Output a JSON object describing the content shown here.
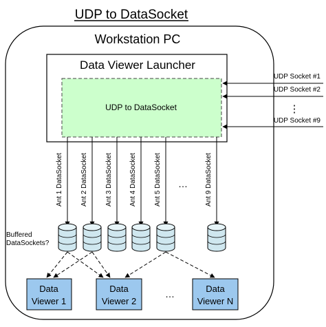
{
  "title": "UDP to DataSocket",
  "workstation_label": "Workstation PC",
  "launcher_label": "Data Viewer Launcher",
  "udp_box_label": "UDP to DataSocket",
  "sockets": [
    "UDP Socket #1",
    "UDP Socket #2",
    "UDP Socket #9"
  ],
  "socket_ellipsis": "⋮",
  "antennas": [
    "Ant 1 DataSocket",
    "Ant 2 DataSocket",
    "Ant 3 DataSocket",
    "Ant 4 DataSocket",
    "Ant 5 DataSocket",
    "Ant 9 DataSocket"
  ],
  "antenna_ellipsis": "…",
  "buffered_label_line1": "Buffered",
  "buffered_label_line2": "DataSockets?",
  "viewers": [
    {
      "line1": "Data",
      "line2": "Viewer 1"
    },
    {
      "line1": "Data",
      "line2": "Viewer 2"
    },
    {
      "line1": "Data",
      "line2": "Viewer N"
    }
  ],
  "viewer_ellipsis": "…",
  "colors": {
    "udp_box_fill": "#ccffcc",
    "cylinder_fill": "#cfe7ef",
    "viewer_fill": "#9cc8ee"
  }
}
